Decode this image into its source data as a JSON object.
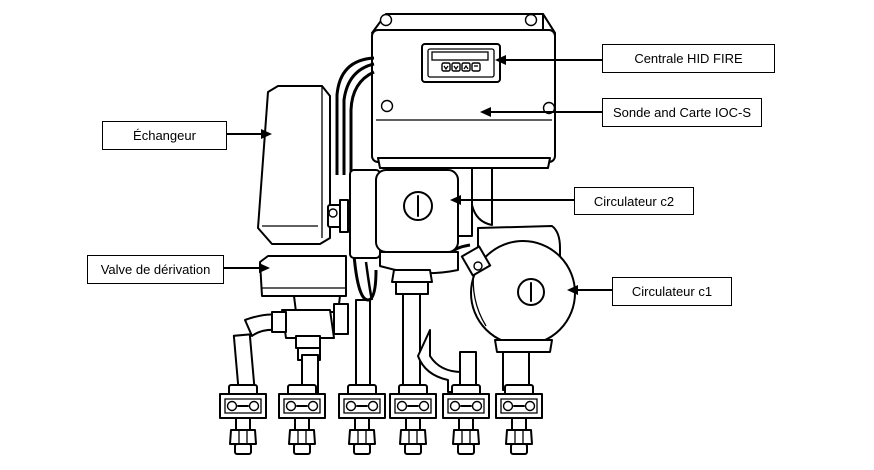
{
  "labels": {
    "centrale": "Centrale HID FIRE",
    "sonde": "Sonde and Carte IOC-S",
    "echangeur": "Échangeur",
    "circulateur_c2": "Circulateur  c2",
    "valve": "Valve de dérivation",
    "circulateur_c1": "Circulateur  c1"
  },
  "colors": {
    "line": "#000000",
    "background": "#ffffff"
  }
}
